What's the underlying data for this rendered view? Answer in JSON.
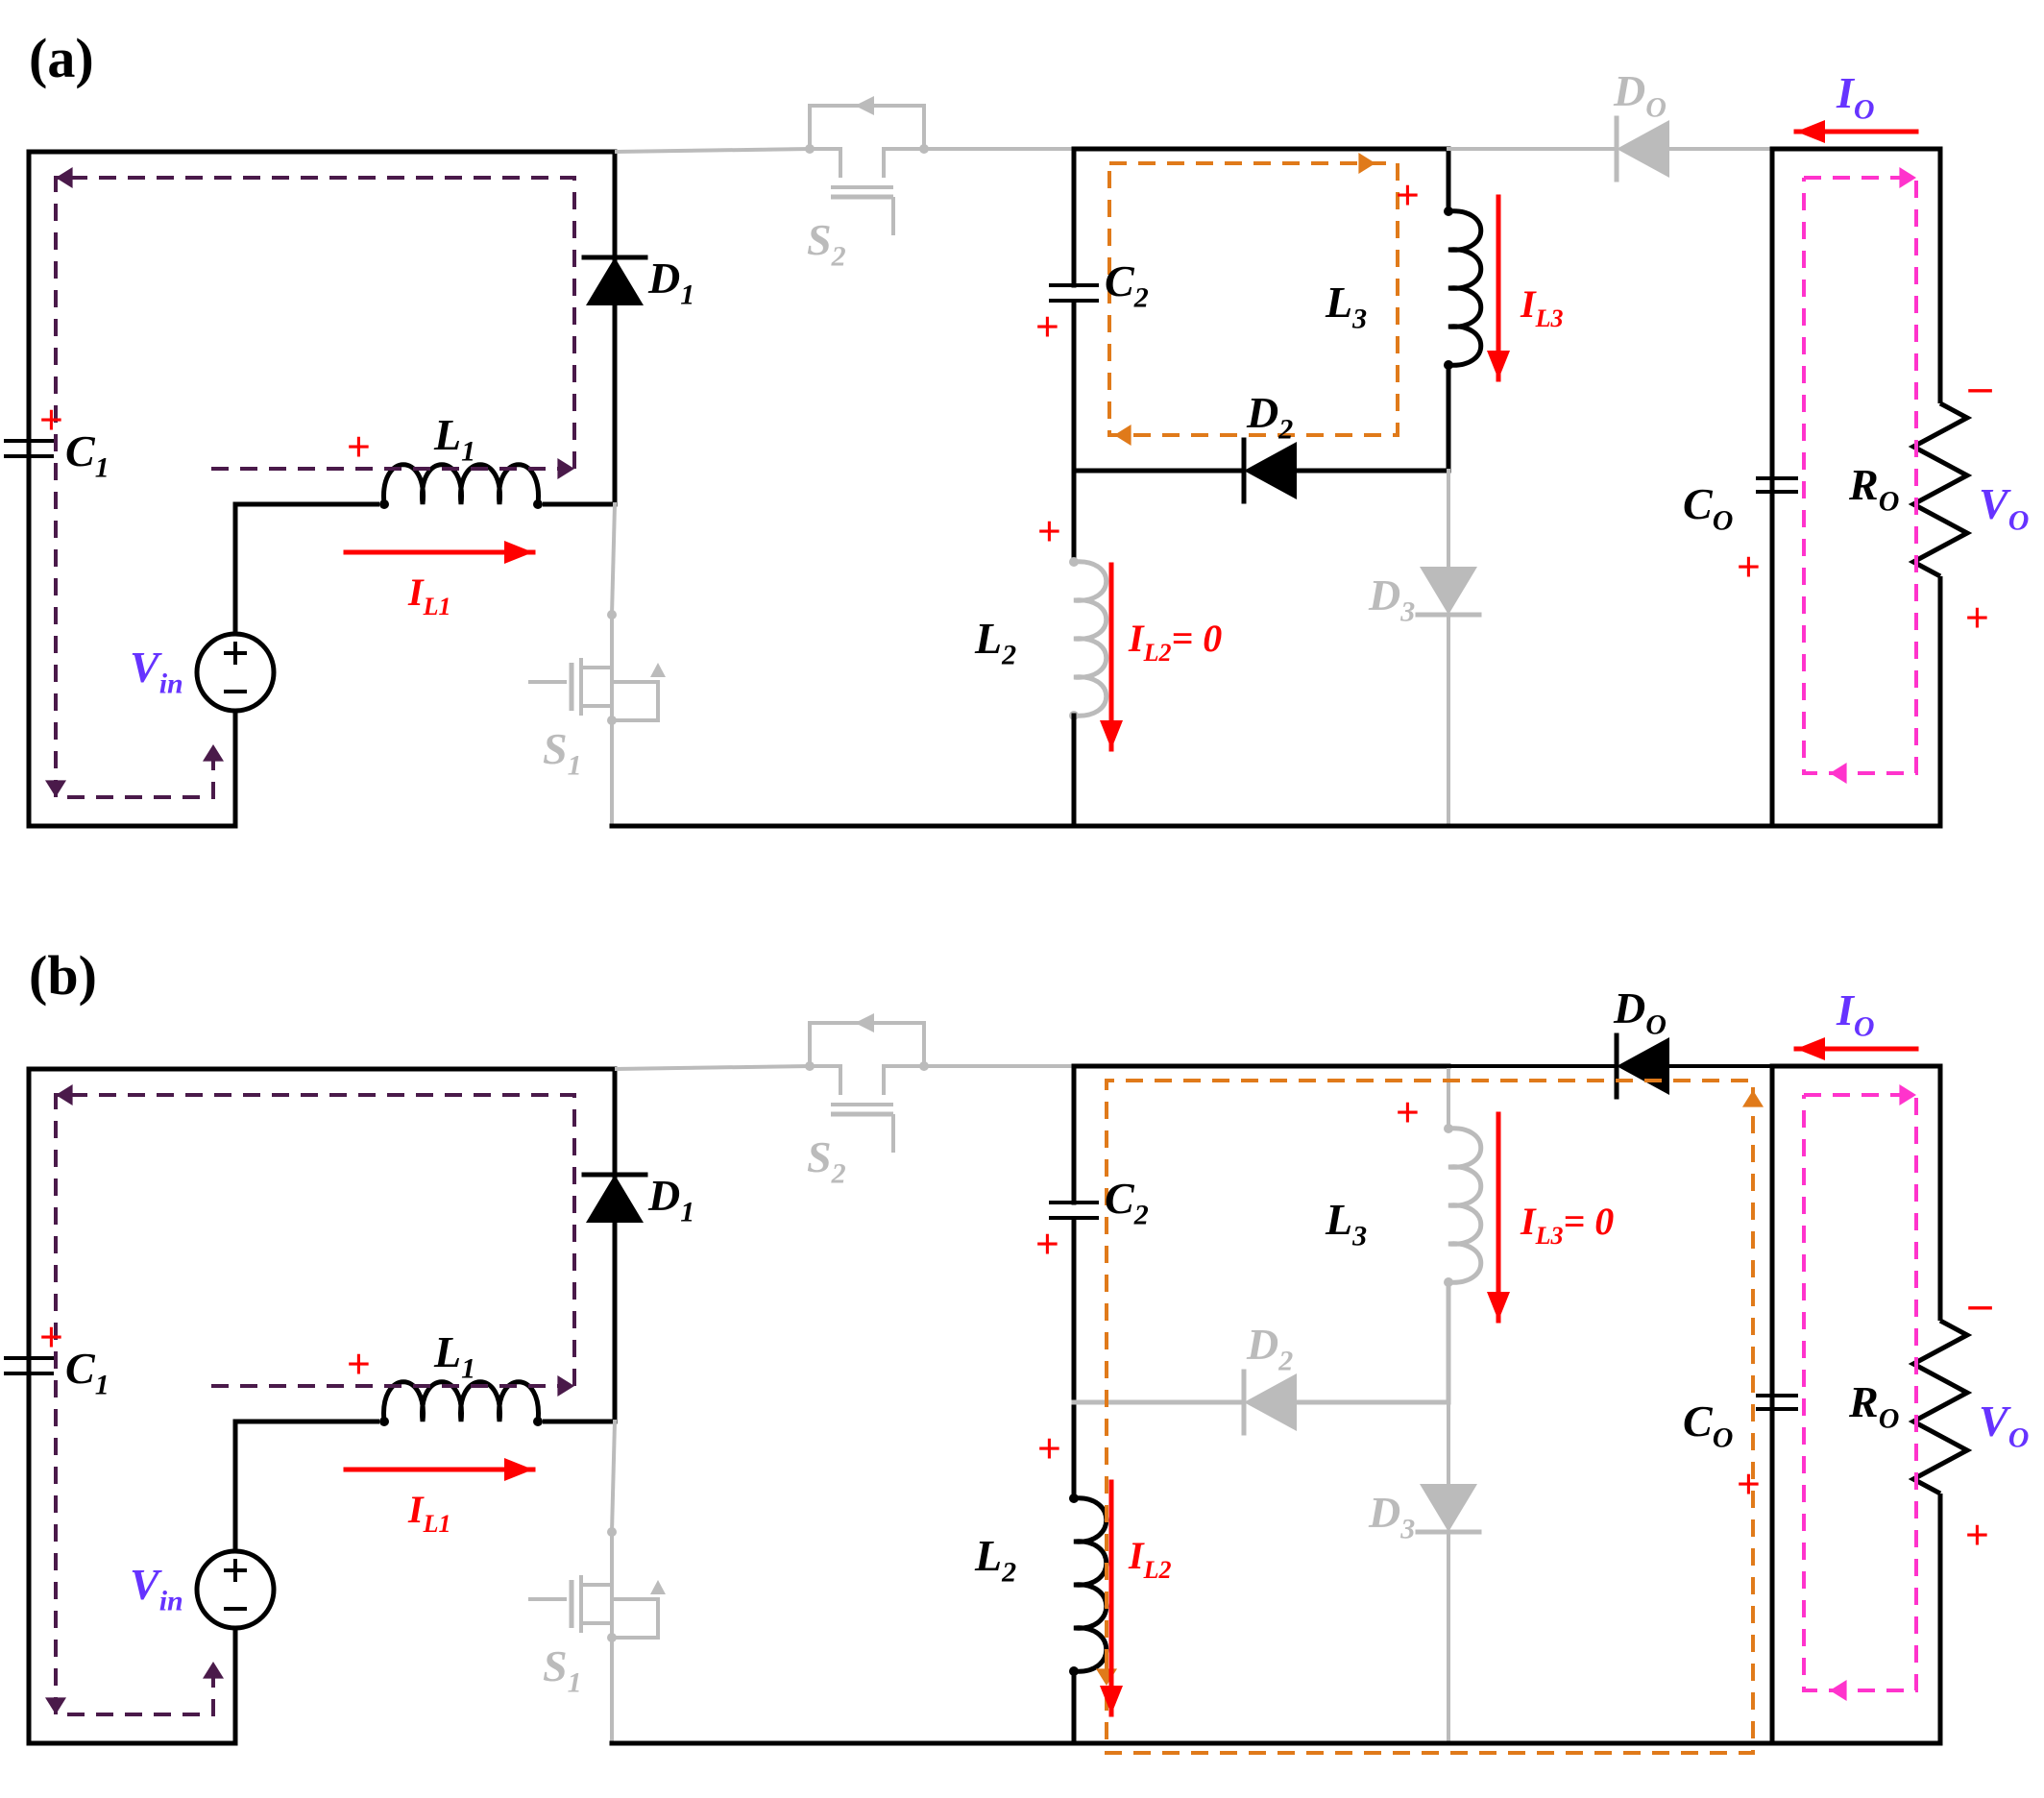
{
  "colors": {
    "active": "#000000",
    "inactive": "#bbbbbb",
    "plus_sign": "#ff0000",
    "current_arrow": "#ff0000",
    "label": "#000000",
    "current_label": "#ff0000",
    "source_label": "#6633ff",
    "loop_input": "#4a1a4a",
    "loop_mid": "#e07a1a",
    "loop_output": "#ff33cc"
  },
  "icons": {
    "capacitor": "capacitor-icon",
    "inductor": "inductor-icon",
    "diode": "diode-icon",
    "mosfet": "mosfet-icon",
    "resistor": "resistor-icon",
    "voltage_source": "voltage-source-icon",
    "current_arrow": "arrow-icon",
    "current_loop": "dashed-loop-arrow-icon"
  },
  "panels": [
    {
      "label": "(a)",
      "c1": {
        "name": "C",
        "sub": "1"
      },
      "l1": {
        "name": "L",
        "sub": "1"
      },
      "d1": {
        "name": "D",
        "sub": "1"
      },
      "vin": {
        "name": "V",
        "sub": "in"
      },
      "il1": {
        "name": "I",
        "sub": "L1"
      },
      "s1": {
        "name": "S",
        "sub": "1"
      },
      "s2": {
        "name": "S",
        "sub": "2"
      },
      "c2": {
        "name": "C",
        "sub": "2"
      },
      "l2": {
        "name": "L",
        "sub": "2"
      },
      "il2": {
        "name": "I",
        "sub": "L2",
        "suffix": "= 0"
      },
      "l3": {
        "name": "L",
        "sub": "3"
      },
      "il3": {
        "name": "I",
        "sub": "L3",
        "suffix": ""
      },
      "d2": {
        "name": "D",
        "sub": "2"
      },
      "d3": {
        "name": "D",
        "sub": "3"
      },
      "do": {
        "name": "D",
        "sub": "O"
      },
      "io": {
        "name": "I",
        "sub": "O"
      },
      "co": {
        "name": "C",
        "sub": "O"
      },
      "ro": {
        "name": "R",
        "sub": "O"
      },
      "vo": {
        "name": "V",
        "sub": "O"
      },
      "plus": "+",
      "minus": "–"
    },
    {
      "label": "(b)",
      "c1": {
        "name": "C",
        "sub": "1"
      },
      "l1": {
        "name": "L",
        "sub": "1"
      },
      "d1": {
        "name": "D",
        "sub": "1"
      },
      "vin": {
        "name": "V",
        "sub": "in"
      },
      "il1": {
        "name": "I",
        "sub": "L1"
      },
      "s1": {
        "name": "S",
        "sub": "1"
      },
      "s2": {
        "name": "S",
        "sub": "2"
      },
      "c2": {
        "name": "C",
        "sub": "2"
      },
      "l2": {
        "name": "L",
        "sub": "2"
      },
      "il2": {
        "name": "I",
        "sub": "L2",
        "suffix": ""
      },
      "l3": {
        "name": "L",
        "sub": "3"
      },
      "il3": {
        "name": "I",
        "sub": "L3",
        "suffix": "= 0"
      },
      "d2": {
        "name": "D",
        "sub": "2"
      },
      "d3": {
        "name": "D",
        "sub": "3"
      },
      "do": {
        "name": "D",
        "sub": "O"
      },
      "io": {
        "name": "I",
        "sub": "O"
      },
      "co": {
        "name": "C",
        "sub": "O"
      },
      "ro": {
        "name": "R",
        "sub": "O"
      },
      "vo": {
        "name": "V",
        "sub": "O"
      },
      "plus": "+",
      "minus": "–"
    }
  ]
}
